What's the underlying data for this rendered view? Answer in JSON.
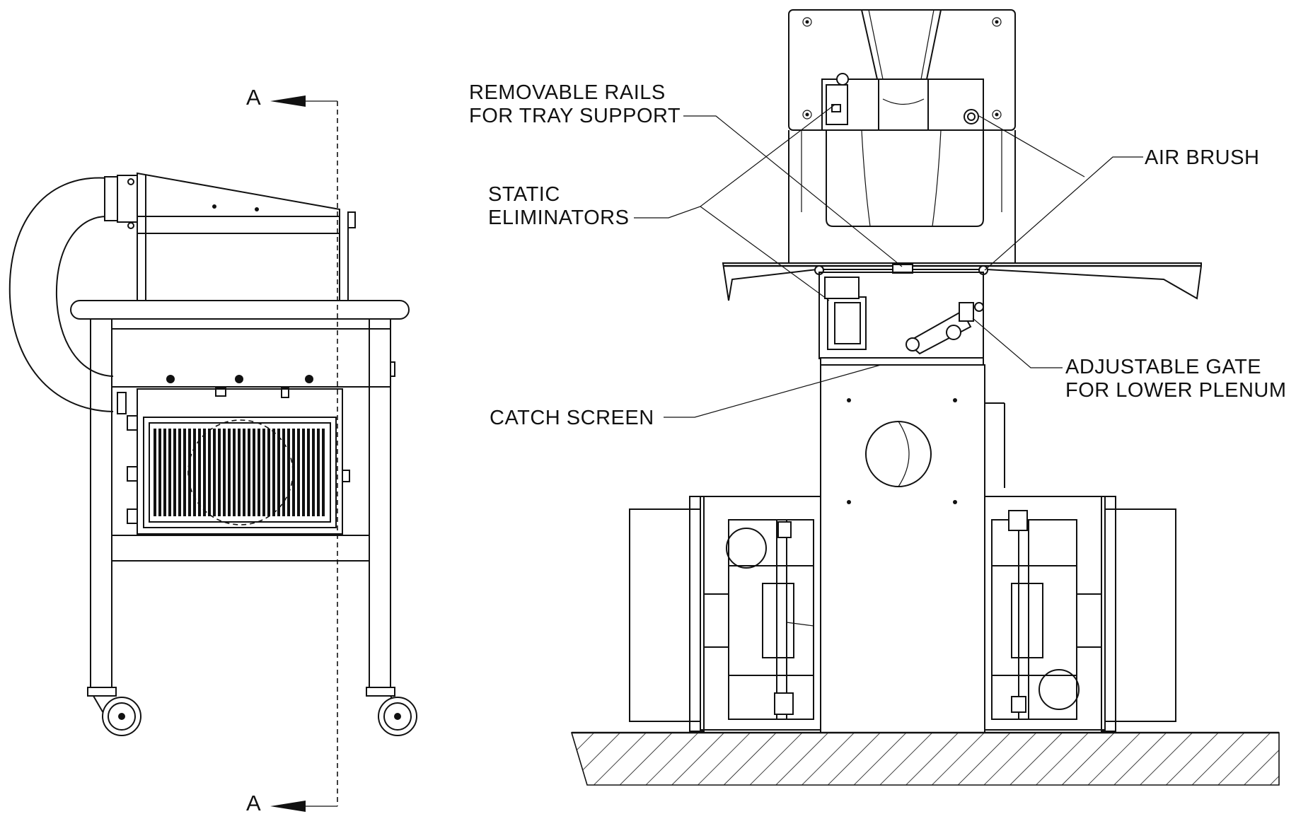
{
  "section_marker": {
    "top": "A",
    "bottom": "A"
  },
  "callouts": {
    "removable_rails": [
      "REMOVABLE RAILS",
      "FOR TRAY SUPPORT"
    ],
    "air_brush": "AIR BRUSH",
    "static_eliminators": [
      "STATIC",
      "ELIMINATORS"
    ],
    "adjustable_gate": [
      "ADJUSTABLE GATE",
      "FOR LOWER PLENUM"
    ],
    "catch_screen": "CATCH SCREEN"
  }
}
